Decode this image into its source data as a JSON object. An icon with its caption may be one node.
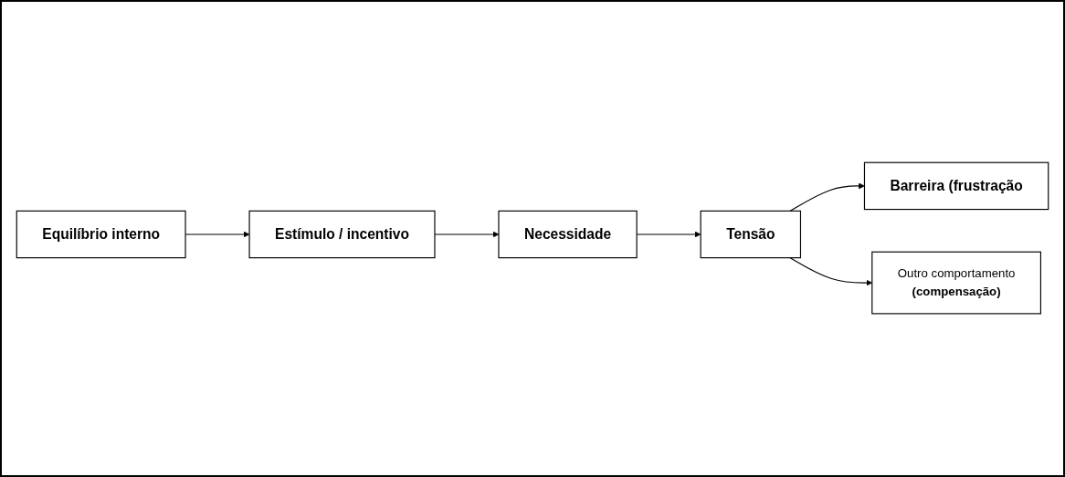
{
  "diagram": {
    "nodes": [
      {
        "text": [
          "Equilíbrio interno"
        ]
      },
      {
        "text": [
          "Estímulo / incentivo"
        ]
      },
      {
        "text": [
          "Necessidade"
        ]
      },
      {
        "text": [
          "Tensão"
        ]
      },
      {
        "text": [
          "Barreira (frustração"
        ]
      },
      {
        "text": [
          "Outro comportamento",
          "(compensação)"
        ]
      }
    ],
    "edges": [
      {
        "from": 0,
        "to": 1,
        "arrow": "to"
      },
      {
        "from": 1,
        "to": 2,
        "arrow": "to"
      },
      {
        "from": 2,
        "to": 3,
        "arrow": "to"
      },
      {
        "from": 3,
        "to": 4,
        "arrow": "to"
      },
      {
        "from": 3,
        "to": 5,
        "arrow": "to"
      }
    ]
  }
}
